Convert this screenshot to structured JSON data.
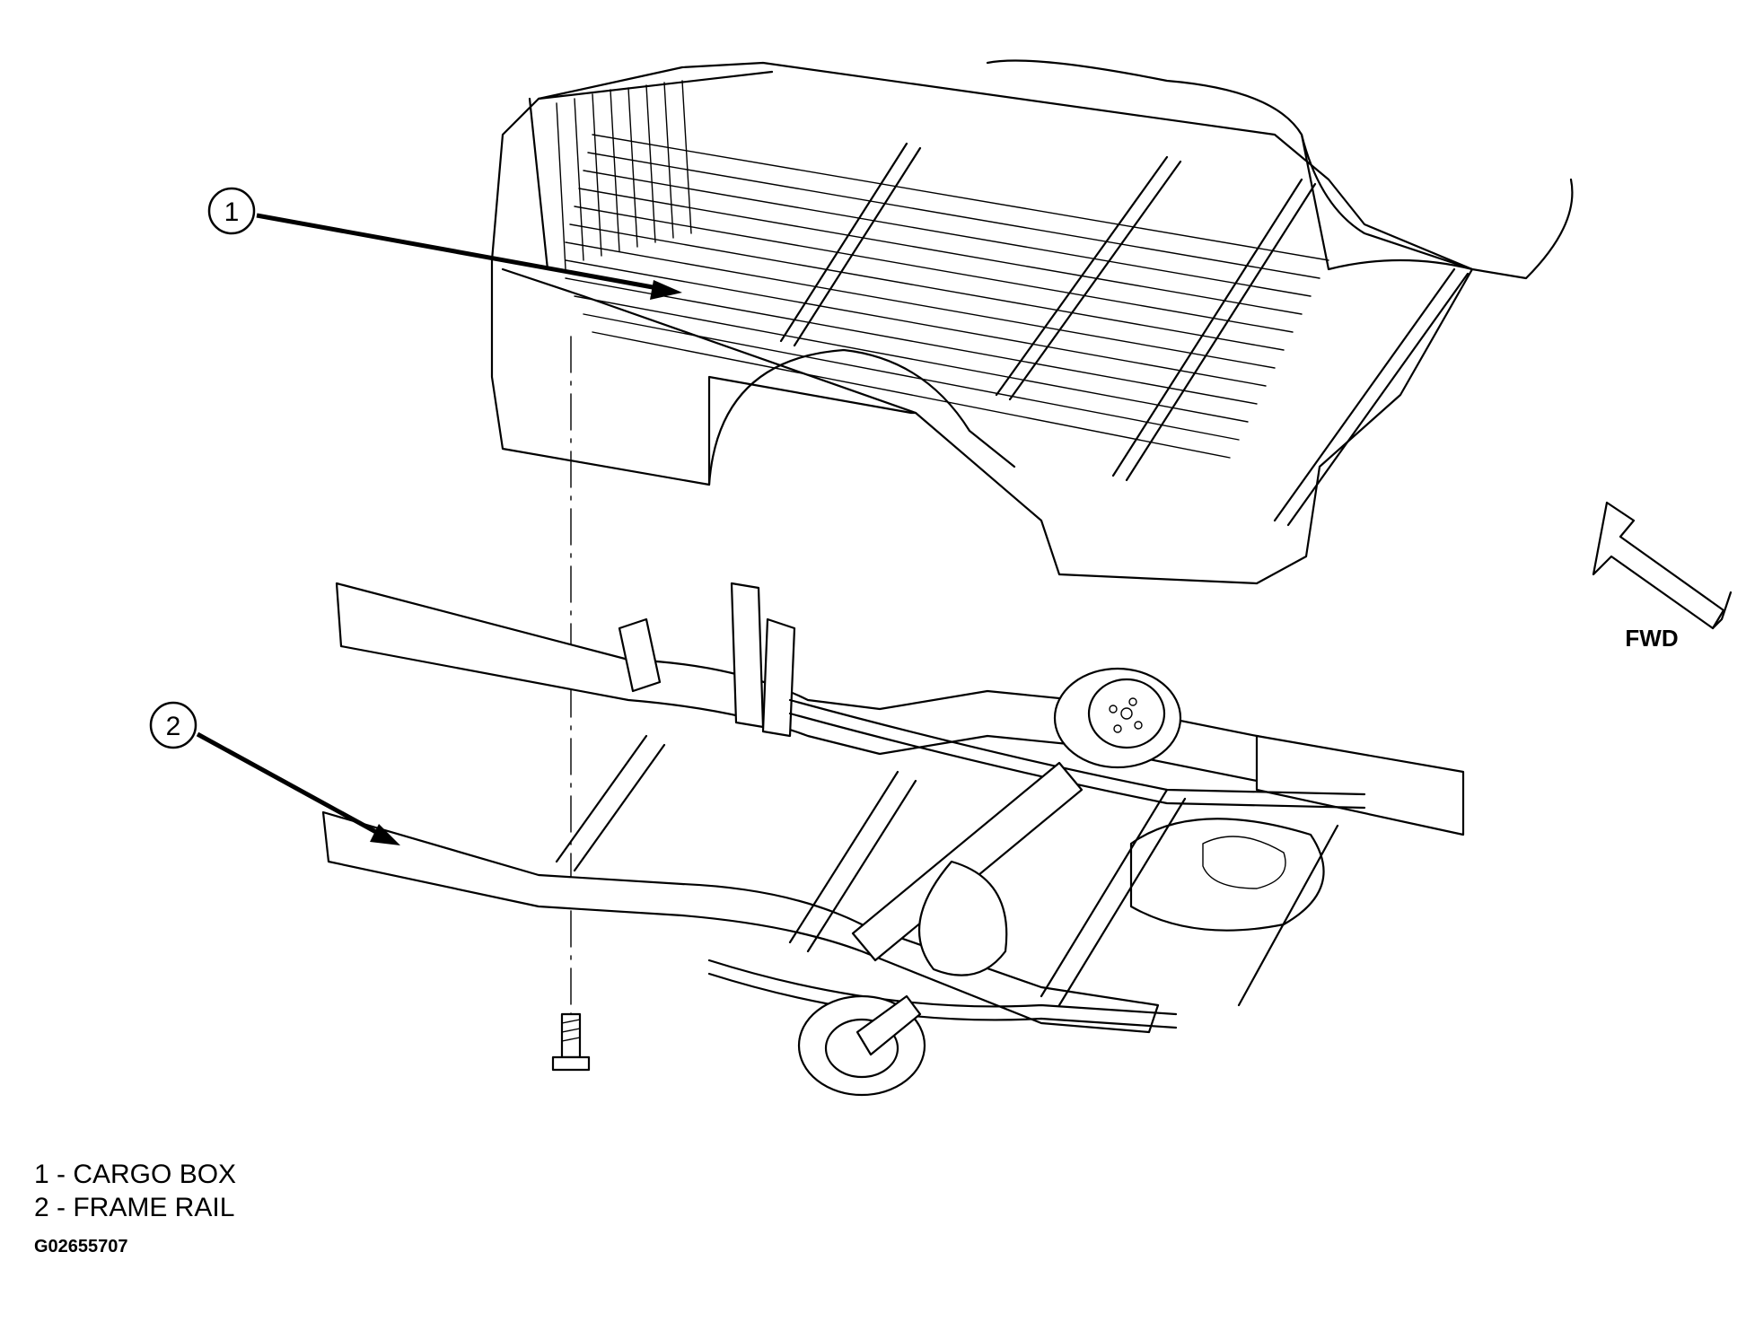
{
  "callouts": [
    {
      "number": "1",
      "label": "CARGO BOX"
    },
    {
      "number": "2",
      "label": "FRAME RAIL"
    }
  ],
  "direction_label": "FWD",
  "legend": [
    "1 - CARGO BOX",
    "2 - FRAME RAIL"
  ],
  "figure_id": "G02655707",
  "icons": [
    "fwd-arrow-icon",
    "bolt-icon"
  ],
  "colors": {
    "line": "#000000",
    "background": "#ffffff"
  }
}
